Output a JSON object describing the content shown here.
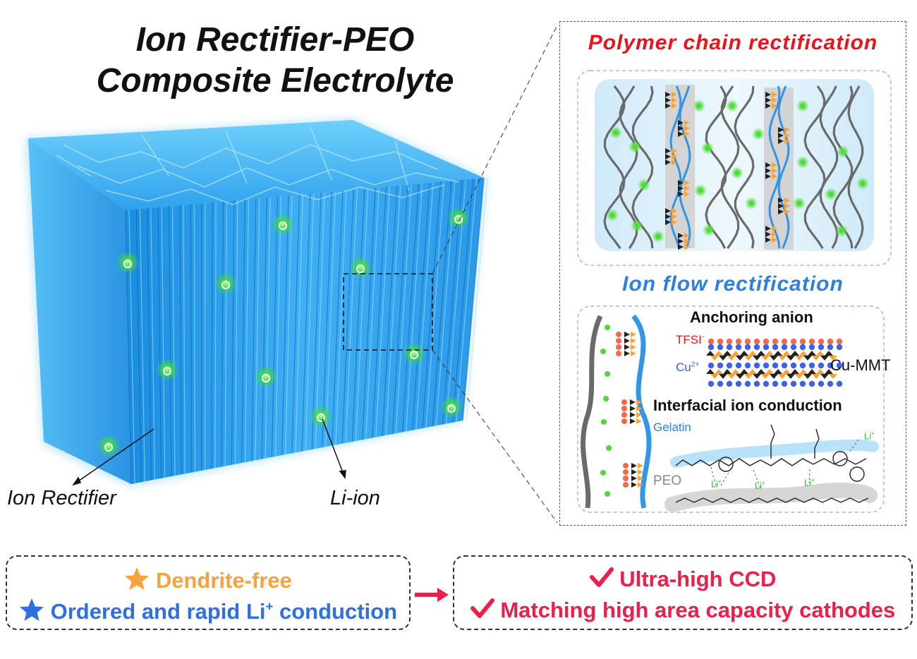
{
  "title": {
    "line1": "Ion Rectifier-PEO",
    "line2": "Composite Electrolyte"
  },
  "labels": {
    "ion_rectifier": "Ion Rectifier",
    "li_ion": "Li-ion"
  },
  "panel": {
    "polymer_title": "Polymer chain rectification",
    "ion_flow_title": "Ion flow rectification",
    "anchoring_anion": "Anchoring anion",
    "tfsi": "TFSI",
    "tfsi_sup": "-",
    "cu": "Cu",
    "cu_sup": "2+",
    "cu_mmt": "Cu-MMT",
    "interfacial": "Interfacial ion conduction",
    "gelatin": "Gelatin",
    "peo": "PEO",
    "li": "Li",
    "li_sup": "+"
  },
  "bottom": {
    "left_line1": "Dendrite-free",
    "left_line2_pre": "Ordered and rapid Li",
    "left_line2_sup": "+",
    "left_line2_post": " conduction",
    "right_line1": "Ultra-high CCD",
    "right_line2": "Matching high area capacity cathodes"
  },
  "colors": {
    "block_blue": "#2f9ee8",
    "li_green": "#3fdc3a",
    "polymer_red": "#e8141c",
    "ion_blue": "#2d7fe0",
    "orange": "#f7a23b",
    "accent_pink": "#e8204a",
    "star_blue": "#2f6fe0"
  }
}
